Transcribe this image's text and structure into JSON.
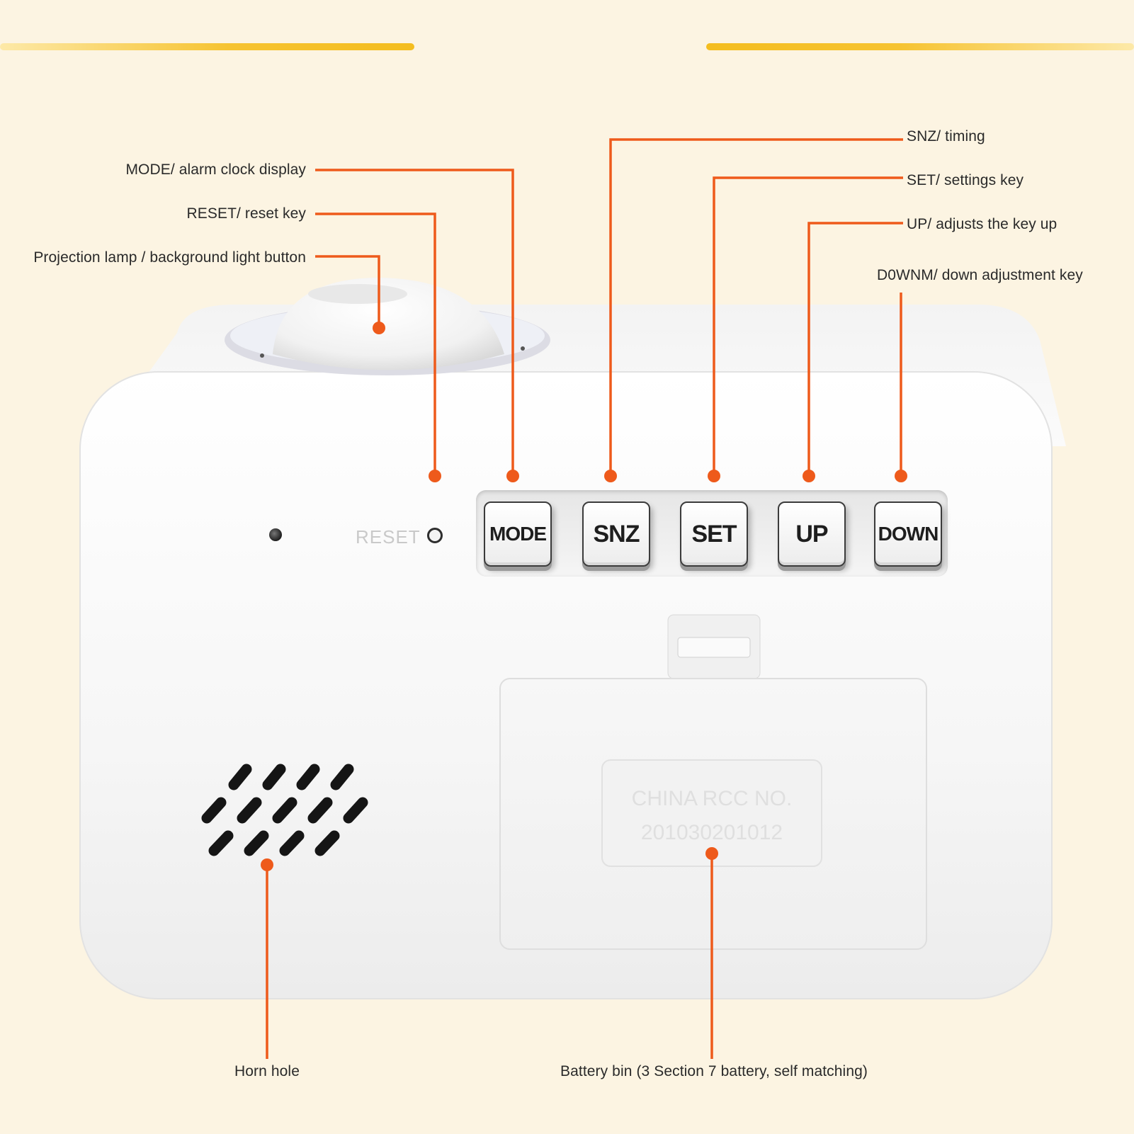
{
  "colors": {
    "background": "#fcf4e2",
    "accent_bar": "#f4bd1f",
    "callout_line": "#ee5a1b",
    "device_body": "#f7f7f7"
  },
  "device": {
    "keys": [
      "MODE",
      "SNZ",
      "SET",
      "UP",
      "DOWN"
    ],
    "reset_marking": "RESET",
    "battery_cover_marking": [
      "CHINA RCC NO.",
      "201030201012"
    ]
  },
  "callouts": {
    "mode": "MODE/ alarm clock display",
    "reset": "RESET/ reset key",
    "projection": "Projection lamp / background light button",
    "snz": "SNZ/ timing",
    "set": "SET/ settings key",
    "up": "UP/ adjusts the key up",
    "down": "D0WNM/ down adjustment key",
    "horn": "Horn hole",
    "battery": "Battery bin (3 Section 7 battery, self matching)"
  }
}
